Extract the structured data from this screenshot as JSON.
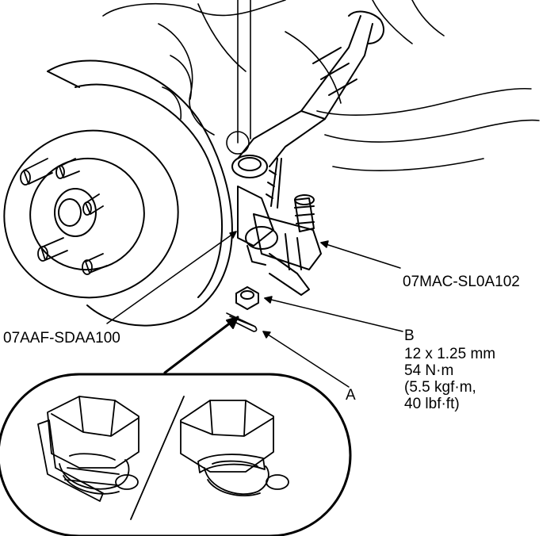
{
  "callouts": {
    "ball_joint_remover": "07MAC-SL0A102",
    "ball_joint_remover_attachment": "07AAF-SDAA100",
    "label_b": "B",
    "label_a": "A"
  },
  "nut_spec": {
    "size": "12 x 1.25 mm",
    "torque_nm": "54 N·m",
    "torque_kgf": "(5.5 kgf·m,",
    "torque_lbf": "40 lbf·ft)"
  },
  "colors": {
    "line": "#000000",
    "background": "#ffffff"
  },
  "icons": [
    "wheel-hub-illustration",
    "ball-joint-remover-illustration",
    "castle-nut-icon",
    "cotter-pin-icon"
  ]
}
